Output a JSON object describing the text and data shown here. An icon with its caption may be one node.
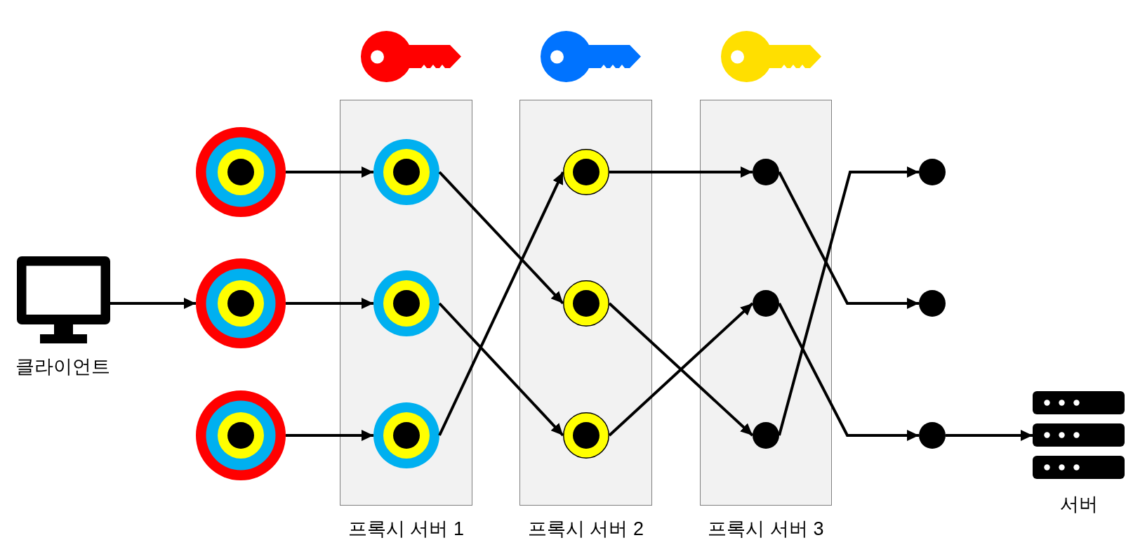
{
  "diagram": {
    "nodes": [
      {
        "text": [
          "클라이언트"
        ]
      },
      {
        "text": [],
        "shape": "circle"
      },
      {
        "text": [],
        "shape": "circle"
      },
      {
        "text": [],
        "shape": "circle"
      },
      {
        "text": [
          "프록시 서버 1"
        ]
      },
      {
        "text": [],
        "shape": "circle",
        "in": 4
      },
      {
        "text": [],
        "shape": "circle",
        "in": 4
      },
      {
        "text": [],
        "shape": "circle",
        "in": 4
      },
      {
        "text": [
          "프록시 서버 2"
        ]
      },
      {
        "text": [],
        "shape": "circle",
        "in": 8
      },
      {
        "text": [],
        "shape": "circle",
        "in": 8
      },
      {
        "text": [],
        "shape": "circle",
        "in": 8
      },
      {
        "text": [
          "프록시 서버 3"
        ]
      },
      {
        "text": [],
        "shape": "circle",
        "in": 12
      },
      {
        "text": [],
        "shape": "circle",
        "in": 12
      },
      {
        "text": [],
        "shape": "circle",
        "in": 12
      },
      {
        "text": [],
        "shape": "circle"
      },
      {
        "text": [],
        "shape": "circle"
      },
      {
        "text": [],
        "shape": "circle"
      },
      {
        "text": [
          "서버"
        ]
      }
    ],
    "edges": [
      {
        "from": 0,
        "to": 2,
        "arrow": "to"
      },
      {
        "from": 1,
        "to": 5,
        "arrow": "to"
      },
      {
        "from": 2,
        "to": 6,
        "arrow": "to"
      },
      {
        "from": 3,
        "to": 7,
        "arrow": "to"
      },
      {
        "from": 5,
        "to": 10,
        "arrow": "to"
      },
      {
        "from": 6,
        "to": 11,
        "arrow": "to"
      },
      {
        "from": 7,
        "to": 9,
        "arrow": "to"
      },
      {
        "from": 9,
        "to": 13,
        "arrow": "to"
      },
      {
        "from": 10,
        "to": 15,
        "arrow": "to"
      },
      {
        "from": 11,
        "to": 14,
        "arrow": "to"
      },
      {
        "from": 13,
        "to": 17,
        "arrow": "to"
      },
      {
        "from": 14,
        "to": 18,
        "arrow": "to"
      },
      {
        "from": 15,
        "to": 16,
        "arrow": "to"
      },
      {
        "from": 18,
        "to": 19,
        "arrow": "to"
      }
    ]
  }
}
